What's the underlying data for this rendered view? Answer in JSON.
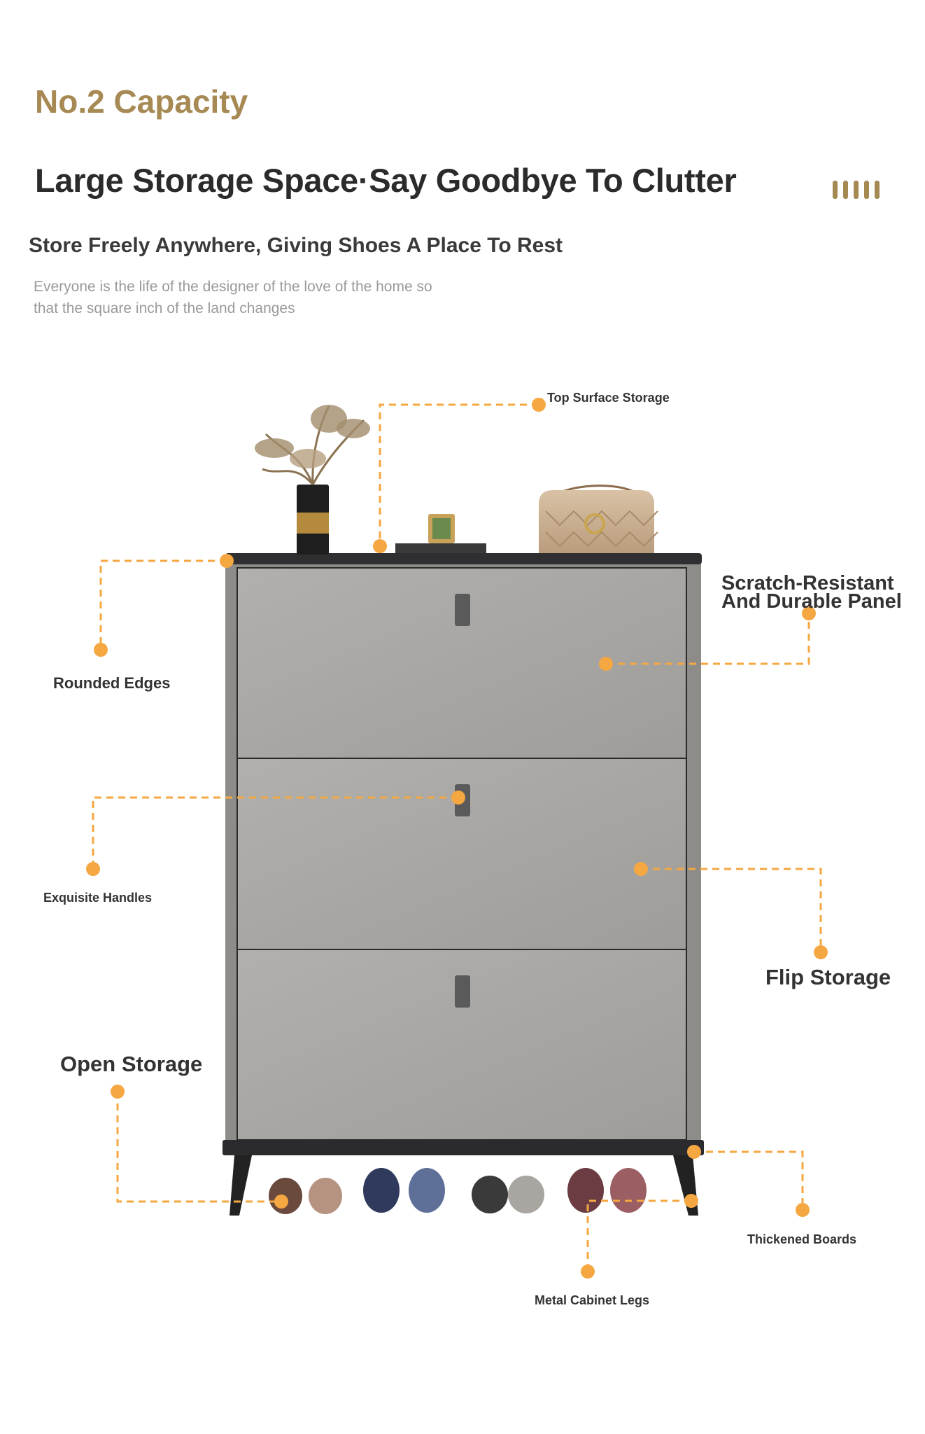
{
  "header": {
    "kicker": "No.2 Capacity",
    "headline": "Large Storage Space·Say Goodbye To Clutter",
    "subhead": "Store Freely Anywhere, Giving Shoes A Place To Rest",
    "blurb": "Everyone is the life of the designer of the love of the home so that the square inch of the land changes"
  },
  "callouts": {
    "top_surface": "Top Surface Storage",
    "scratch_line1": "Scratch-Resistant",
    "scratch_line2": "And Durable Panel",
    "rounded_edges": "Rounded Edges",
    "exquisite_handles": "Exquisite Handles",
    "flip_storage": "Flip Storage",
    "open_storage": "Open Storage",
    "thickened_boards": "Thickened Boards",
    "metal_legs": "Metal Cabinet Legs"
  },
  "colors": {
    "accent_gold": "#a78954",
    "callout_orange": "#f5a742",
    "cabinet_panel": "#a8a6a2",
    "cabinet_frame": "#2d2d2f"
  },
  "icons": {
    "decor": "gold-bars-icon"
  }
}
